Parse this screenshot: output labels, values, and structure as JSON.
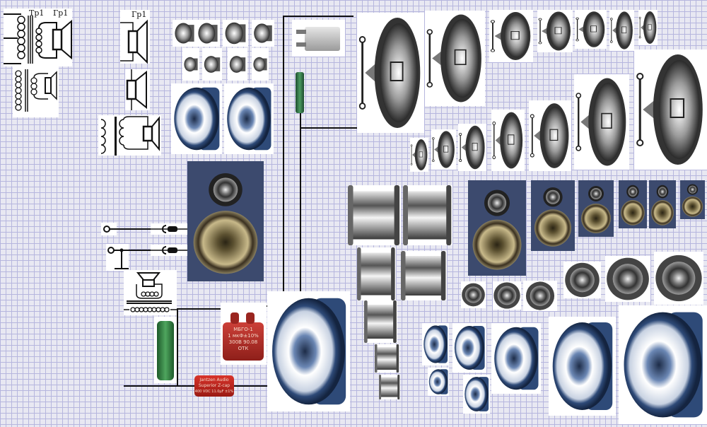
{
  "schematics": {
    "transformer_label": "Тр1",
    "speaker_label": "Гр1",
    "speaker_label_2": "Гр1"
  },
  "capacitors": {
    "paper_cap_label": [
      "МБГО-1",
      "1 мкФ±10%",
      "300В 90.08",
      "ОТК"
    ],
    "film_cap_label": [
      "Jantzen Audio",
      "Superior Z-cap",
      "400 VDC 11.0µF ±1%"
    ]
  },
  "colors": {
    "grid_line": "#b6b6de",
    "background": "#e8e8f2",
    "tweeter_blue": "#2e4a78",
    "cabinet": "#3b4a70",
    "red_cap": "#b8302a",
    "resistor_green": "#2f7a3a"
  }
}
